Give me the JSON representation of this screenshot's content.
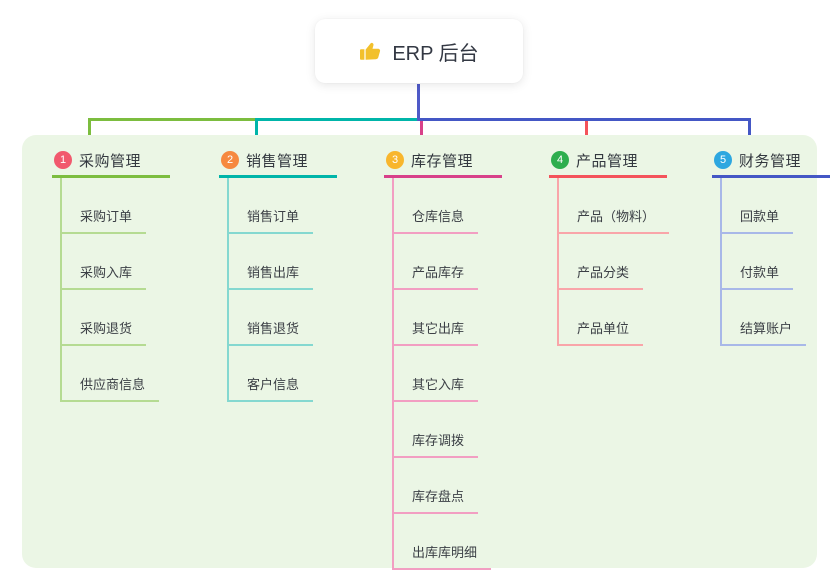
{
  "panel_bg": "#ebf6e5",
  "root": {
    "label": "ERP 后台",
    "icon": "thumbs-up-icon",
    "icon_color": "#f2c02c",
    "stem_color": "#4f5ac8"
  },
  "branches": [
    {
      "index": "1",
      "label": "采购管理",
      "badge_color": "#f1596d",
      "line_color": "#7cbd3f",
      "child_line_color": "#b5db92",
      "children": [
        "采购订单",
        "采购入库",
        "采购退货",
        "供应商信息"
      ]
    },
    {
      "index": "2",
      "label": "销售管理",
      "badge_color": "#f6893f",
      "line_color": "#00b5a9",
      "child_line_color": "#84d8d0",
      "children": [
        "销售订单",
        "销售出库",
        "销售退货",
        "客户信息"
      ]
    },
    {
      "index": "3",
      "label": "库存管理",
      "badge_color": "#f8b62d",
      "line_color": "#d8418a",
      "child_line_color": "#f29ec2",
      "children": [
        "仓库信息",
        "产品库存",
        "其它出库",
        "其它入库",
        "库存调拨",
        "库存盘点",
        "出库库明细"
      ]
    },
    {
      "index": "4",
      "label": "产品管理",
      "badge_color": "#2eae4e",
      "line_color": "#f4535b",
      "child_line_color": "#f9a5a9",
      "children": [
        "产品（物料）",
        "产品分类",
        "产品单位"
      ]
    },
    {
      "index": "5",
      "label": "财务管理",
      "badge_color": "#2da7e0",
      "line_color": "#4457c5",
      "child_line_color": "#a8b8e8",
      "children": [
        "回款单",
        "付款单",
        "结算账户"
      ]
    }
  ]
}
